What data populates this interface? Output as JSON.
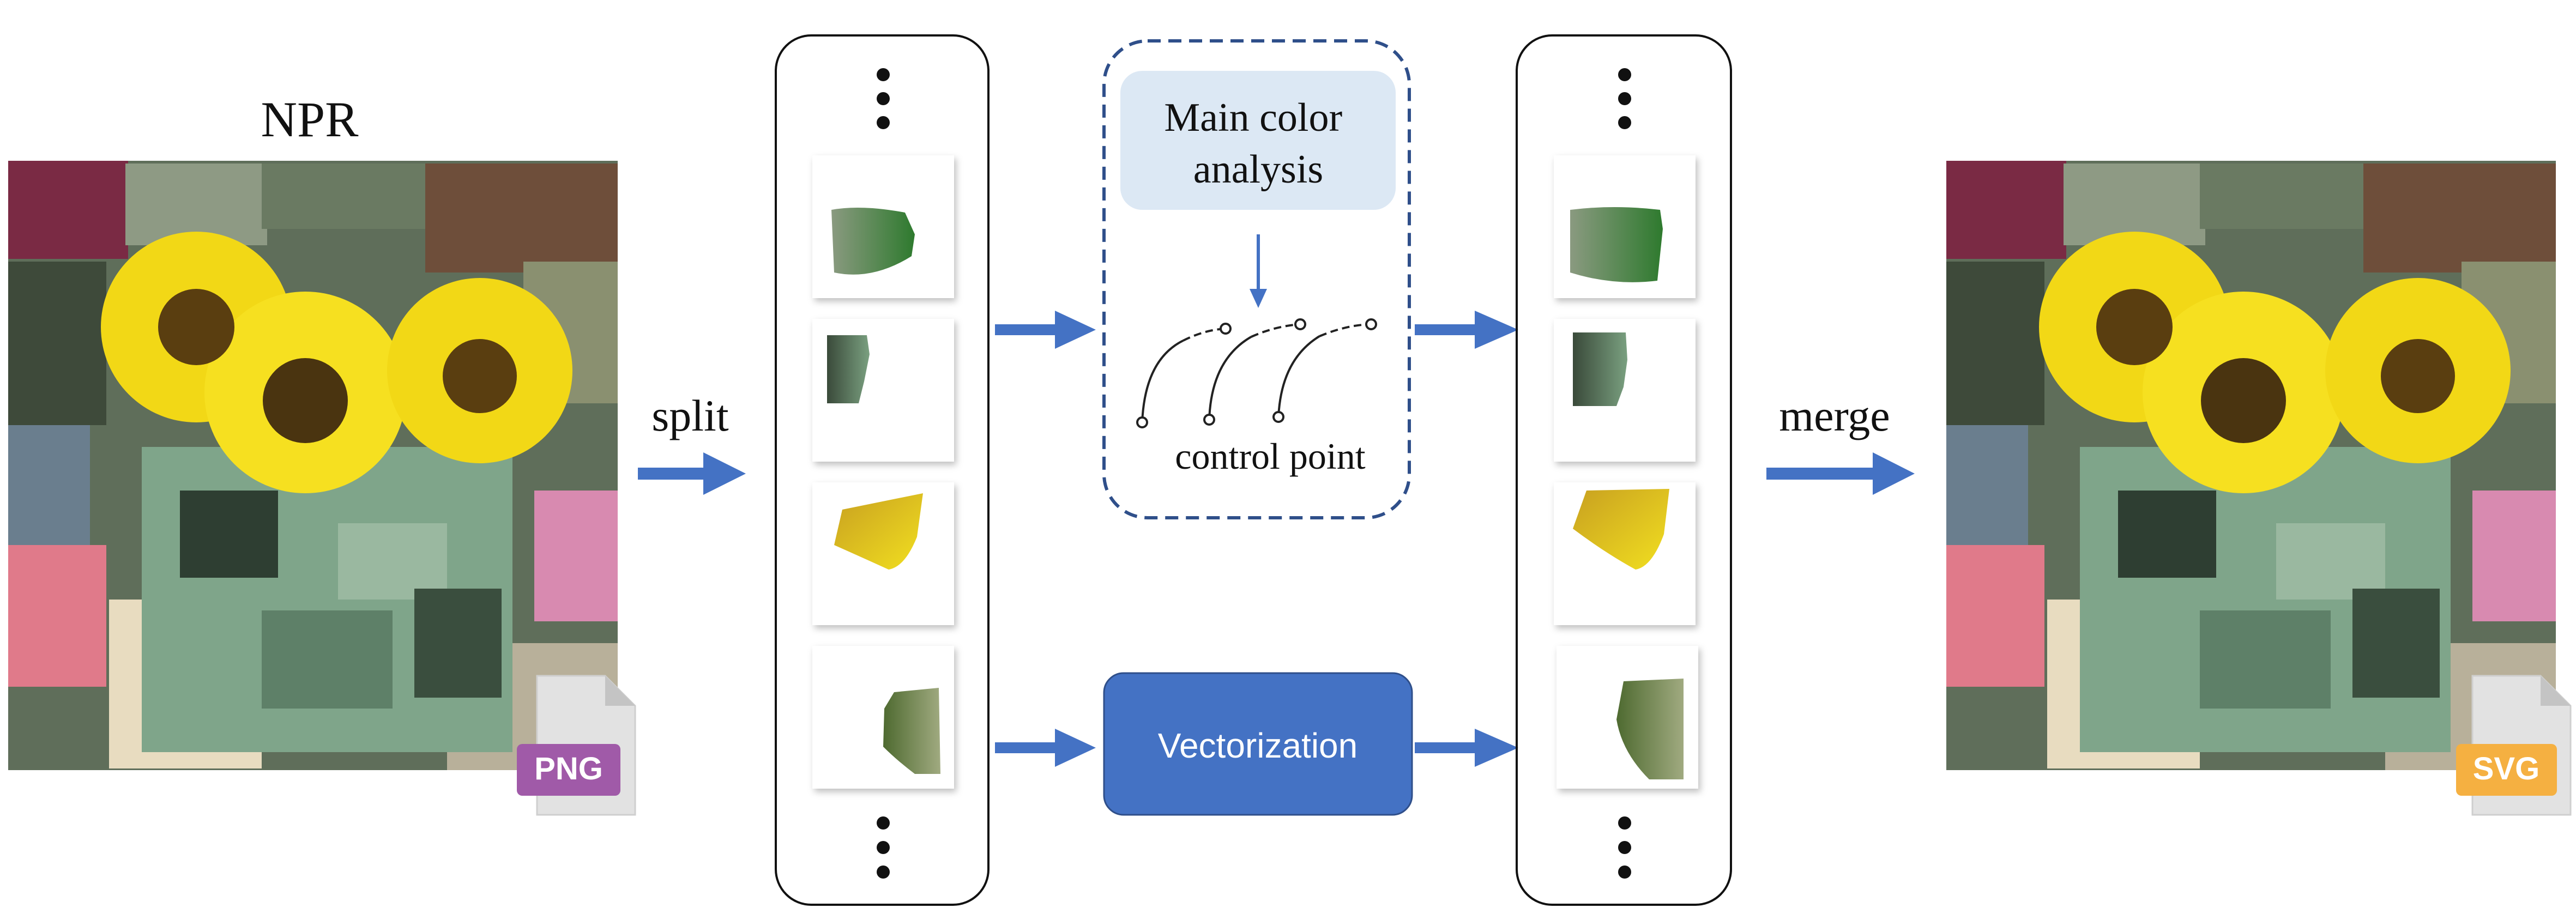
{
  "npr_title": "NPR",
  "split_label": "split",
  "merge_label": "merge",
  "png_badge": "PNG",
  "svg_badge": "SVG",
  "main_color_analysis": [
    "Main color",
    "analysis"
  ],
  "control_point_label": "control point",
  "vectorization_label": "Vectorization",
  "colors": {
    "arrow_blue": "#4472c4",
    "analysis_box_fill": "#dce8f4",
    "dashed_border": "#2f4f8a",
    "vectorization_fill": "#4472c4",
    "png_badge": "#a05aa8",
    "svg_badge": "#f5b041",
    "sunflower_yellow": "#f2d816",
    "leaf_green": "#6e9a7a"
  },
  "stroke_samples_left": [
    "green-stroke",
    "dark-green-stroke",
    "yellow-petal-stroke",
    "olive-leaf-stroke"
  ],
  "stroke_samples_right": [
    "green-vector-stroke",
    "dark-green-vector-stroke",
    "yellow-vector-stroke",
    "olive-vector-stroke"
  ]
}
